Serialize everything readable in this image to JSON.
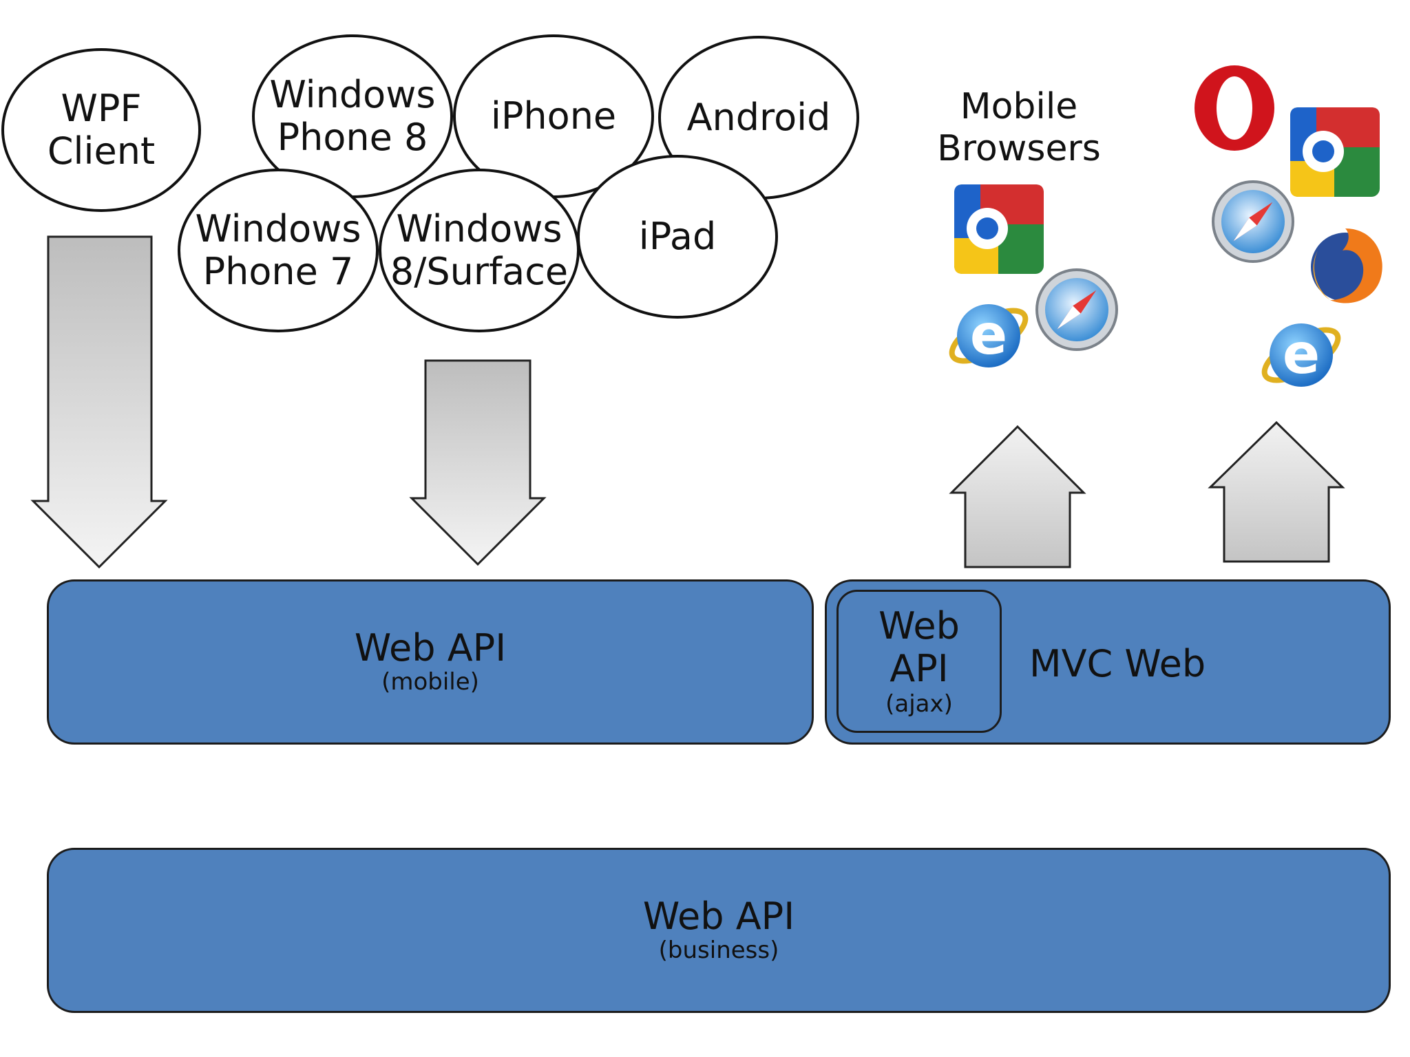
{
  "clients": {
    "wpf": "WPF\nClient",
    "wp8": "Windows\nPhone 8",
    "iphone": "iPhone",
    "android": "Android",
    "wp7": "Windows\nPhone 7",
    "win8": "Windows\n8/Surface",
    "ipad": "iPad"
  },
  "mobile_browsers_label": "Mobile\nBrowsers",
  "layers": {
    "web_api_mobile": {
      "title": "Web API",
      "subtitle": "(mobile)"
    },
    "mvc": {
      "inner_title": "Web\nAPI",
      "inner_subtitle": "(ajax)",
      "label": "MVC Web"
    },
    "web_api_business": {
      "title": "Web API",
      "subtitle": "(business)"
    }
  },
  "icons": {
    "mobile": [
      "google-icon",
      "ie-icon",
      "safari-icon"
    ],
    "desktop": [
      "opera-icon",
      "google-icon",
      "safari-icon",
      "firefox-icon",
      "ie-icon"
    ]
  },
  "colors": {
    "layer_fill": "#4f81bd",
    "arrow_fill_top": "#bdbdbd",
    "arrow_fill_bottom": "#f2f2f2"
  }
}
